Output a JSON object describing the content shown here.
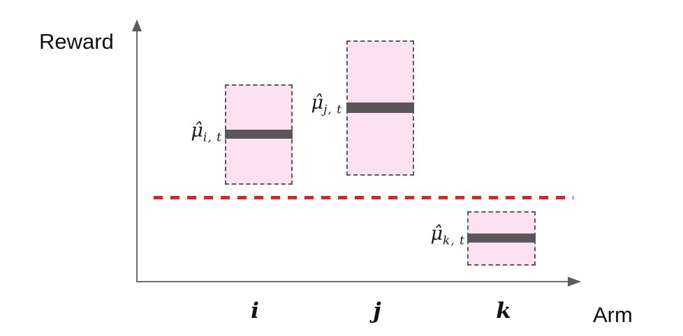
{
  "diagram": {
    "type": "bandit-confidence-interval-illustration",
    "y_axis_label": "Reward",
    "x_axis_label": "Arm"
  },
  "colors": {
    "interval_fill": "#fce1f1",
    "interval_border": "#595959",
    "mean_bar": "#595759",
    "axis": "#6e6e6e",
    "threshold_line": "#ed1c24",
    "text": "#111111"
  },
  "arms": [
    {
      "tick": "i",
      "mu_hat": "μ̂",
      "subscript": "i, t"
    },
    {
      "tick": "j",
      "mu_hat": "μ̂",
      "subscript": "j, t"
    },
    {
      "tick": "k",
      "mu_hat": "μ̂",
      "subscript": "k, t"
    }
  ],
  "threshold": {
    "style": "dashed",
    "color": "#ed1c24"
  }
}
